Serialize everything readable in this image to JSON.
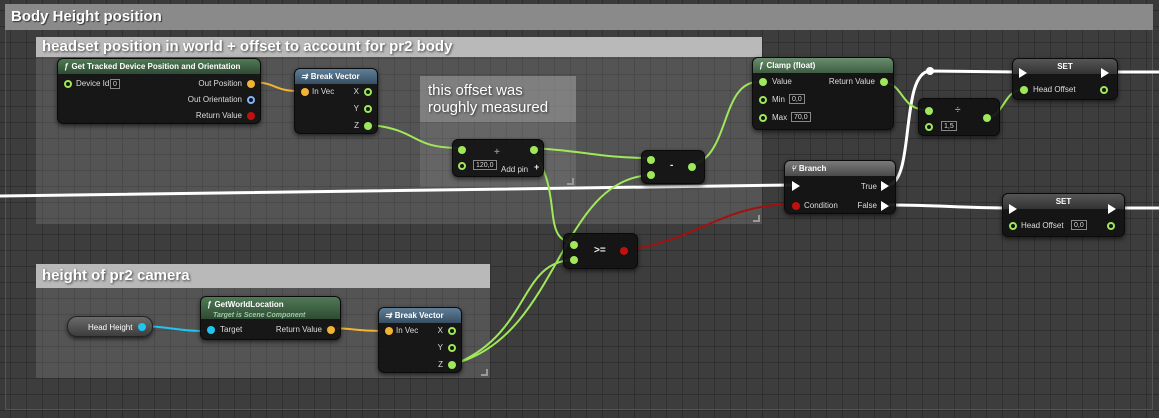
{
  "graph": {
    "title": "Body Height position",
    "comments": {
      "headset": "headset position in world + offset to account for pr2 body",
      "offset_note": "this offset was roughly measured",
      "camera": "height of pr2 camera"
    }
  },
  "nodes": {
    "tracked": {
      "title": "Get Tracked Device Position and Orientation",
      "device_id_label": "Device Id",
      "device_id_value": "0",
      "out_position": "Out Position",
      "out_orientation": "Out Orientation",
      "return_value": "Return Value"
    },
    "break1": {
      "title": "Break Vector",
      "in": "In Vec",
      "x": "X",
      "y": "Y",
      "z": "Z"
    },
    "add": {
      "value": "120,0",
      "add_pin": "Add pin",
      "op": "+"
    },
    "subtract": {
      "op": "-"
    },
    "clamp": {
      "title": "Clamp (float)",
      "value": "Value",
      "return": "Return Value",
      "min_label": "Min",
      "min_value": "0,0",
      "max_label": "Max",
      "max_value": "70,0"
    },
    "divide": {
      "value": "1,5",
      "op": "÷"
    },
    "set1": {
      "title": "SET",
      "pin": "Head Offset"
    },
    "branch": {
      "title": "Branch",
      "condition": "Condition",
      "true": "True",
      "false": "False"
    },
    "set2": {
      "title": "SET",
      "pin": "Head Offset",
      "value": "0,0"
    },
    "gte": {
      "op": ">="
    },
    "head_height": {
      "label": "Head Height"
    },
    "worldloc": {
      "title": "GetWorldLocation",
      "subtitle": "Target is Scene Component",
      "target": "Target",
      "return": "Return Value"
    },
    "break2": {
      "title": "Break Vector",
      "in": "In Vec",
      "x": "X",
      "y": "Y",
      "z": "Z"
    }
  },
  "colors": {
    "float_pin": "#9fe85a",
    "vector_pin": "#f3b333",
    "rotator_pin": "#7fb6f5",
    "bool_pin": "#c01010",
    "object_pin": "#20c4f0",
    "exec_wire": "#ffffff"
  },
  "icons": {
    "function": "f-function-icon",
    "break": "break-struct-icon",
    "branch": "branch-icon"
  }
}
